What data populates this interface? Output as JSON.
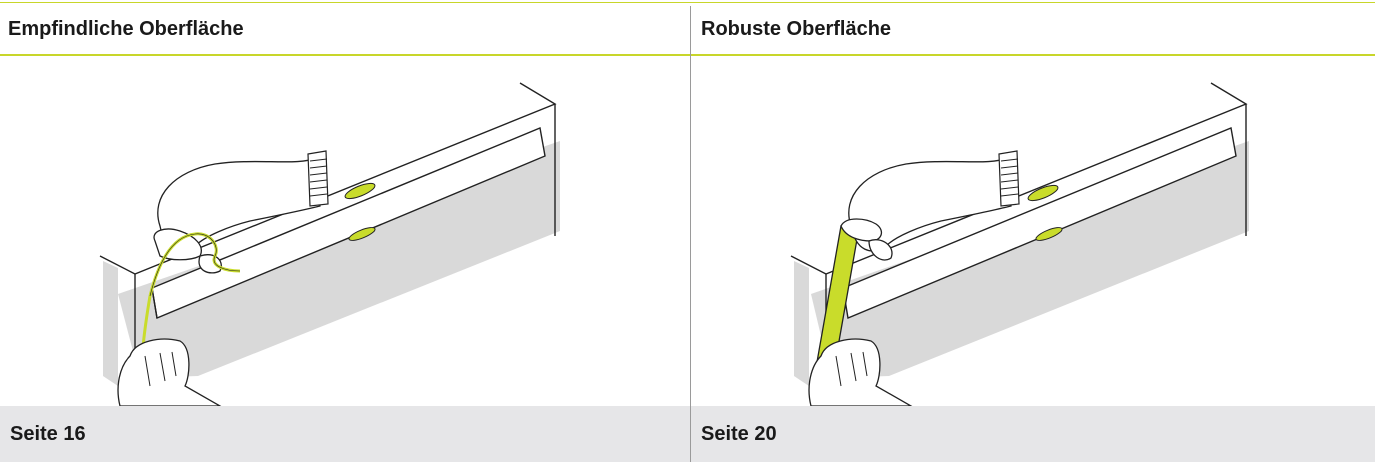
{
  "columns": [
    {
      "title": "Empfindliche Oberfläche",
      "footer": "Seite 16"
    },
    {
      "title": "Robuste Oberfläche",
      "footer": "Seite 20"
    }
  ],
  "colors": {
    "accent": "#c8d62a",
    "tool_fill": "#c9dc2b",
    "shadow": "#d9d9d9",
    "footer_bg": "#e6e6e8"
  },
  "illustrations": [
    {
      "tool": "string",
      "tool_color": "#c9dc2b"
    },
    {
      "tool": "strip",
      "tool_color": "#c9dc2b"
    }
  ]
}
